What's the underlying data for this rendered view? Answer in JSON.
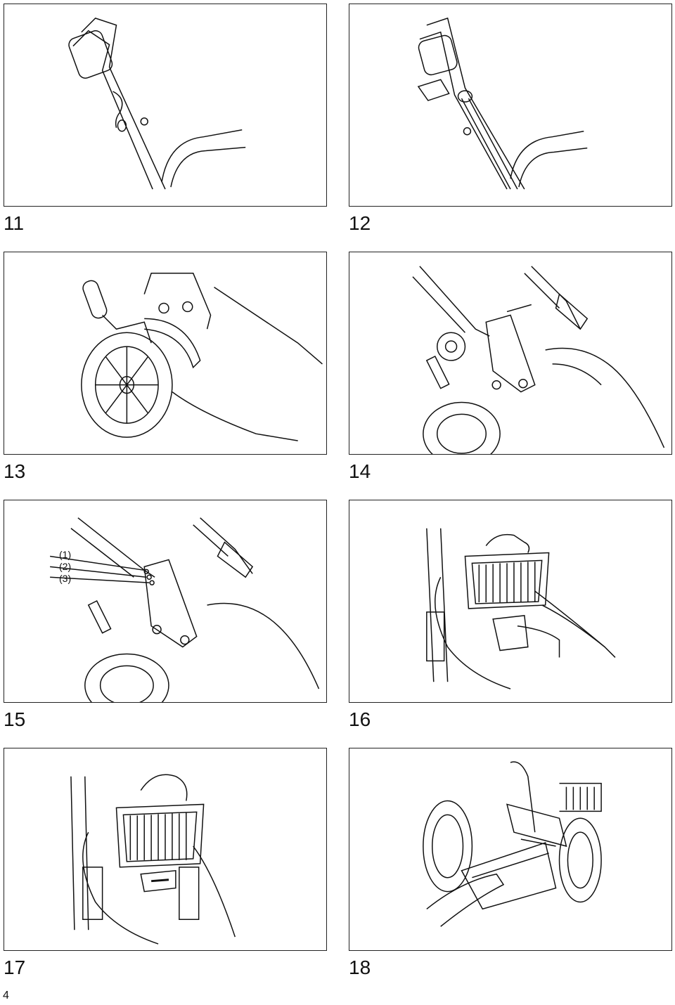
{
  "figures": [
    {
      "number": "11",
      "illustration": "handle-cable-clip"
    },
    {
      "number": "12",
      "illustration": "handle-cable-tie"
    },
    {
      "number": "13",
      "illustration": "wheel-height-lever"
    },
    {
      "number": "14",
      "illustration": "handle-bracket-knob"
    },
    {
      "number": "15",
      "illustration": "handle-height-holes"
    },
    {
      "number": "16",
      "illustration": "grass-box-attach"
    },
    {
      "number": "17",
      "illustration": "grass-box-lift"
    },
    {
      "number": "18",
      "illustration": "mulch-plug"
    }
  ],
  "callouts": [
    "(1)",
    "(2)",
    "(3)"
  ],
  "page_number": "4"
}
